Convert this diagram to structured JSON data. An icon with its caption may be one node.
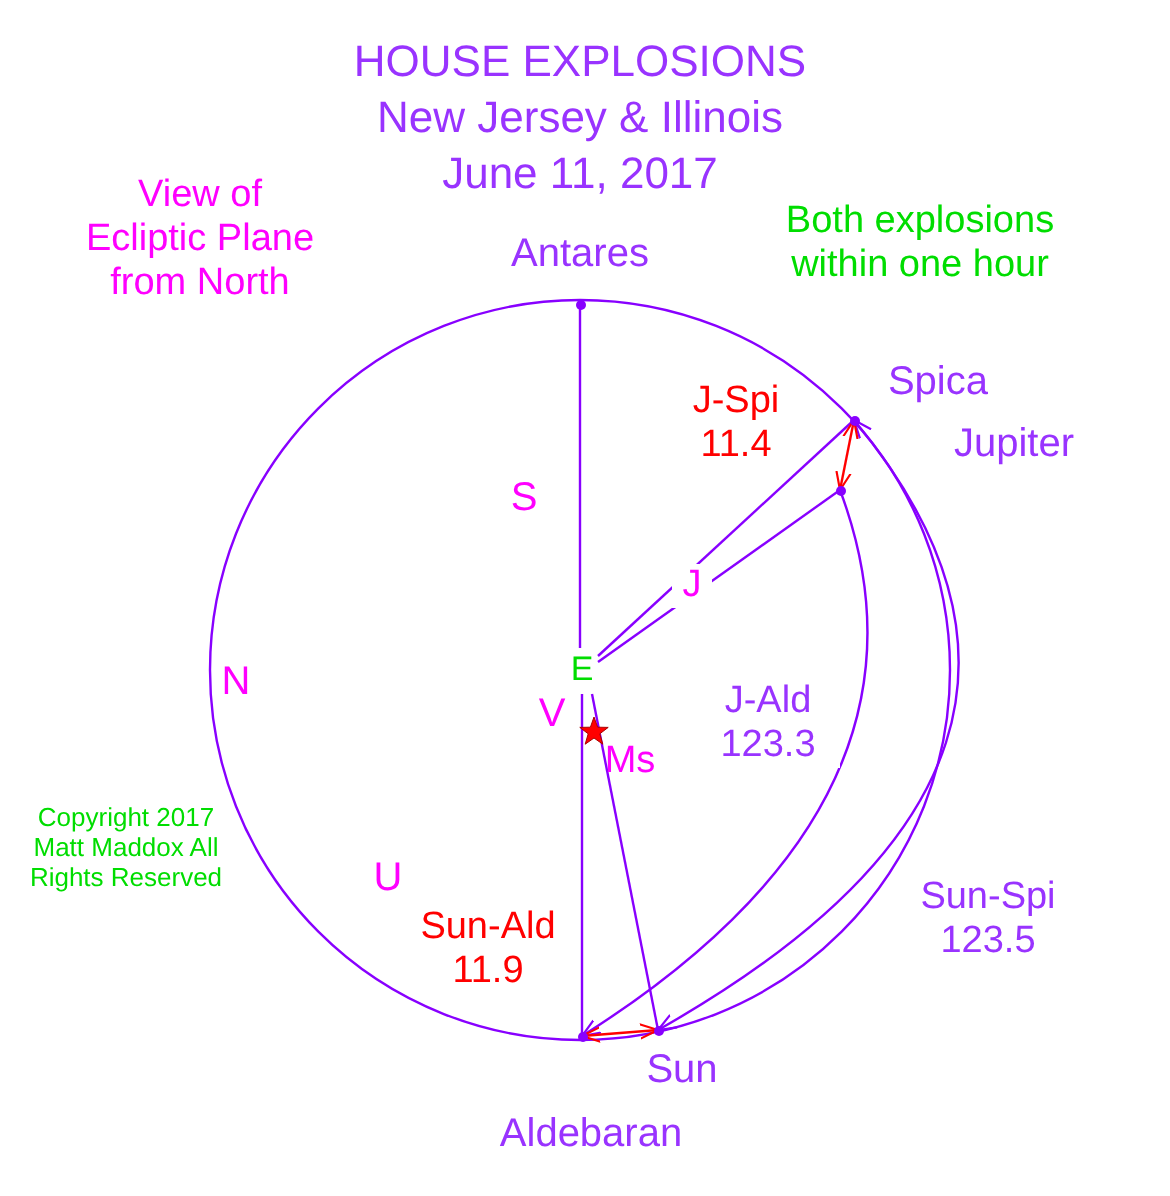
{
  "diagram": {
    "title": "HOUSE EXPLOSIONS",
    "nodes": [
      {
        "text": [
          "E"
        ]
      },
      {
        "text": [
          "Antares"
        ]
      },
      {
        "text": [
          "Aldebaran"
        ]
      },
      {
        "text": [
          "Spica"
        ]
      },
      {
        "text": [
          "Jupiter"
        ]
      },
      {
        "text": [
          "Sun"
        ]
      }
    ],
    "edges": [
      {
        "from": 0,
        "to": 1,
        "arrow": "none"
      },
      {
        "from": 0,
        "to": 2,
        "arrow": "none"
      },
      {
        "from": 0,
        "to": 3,
        "arrow": "none"
      },
      {
        "from": 0,
        "to": 4,
        "arrow": "none",
        "label": "J"
      },
      {
        "from": 0,
        "to": 5,
        "arrow": "none"
      },
      {
        "from": 4,
        "to": 2,
        "arrow": "to",
        "label": "J-Ald 123.3"
      },
      {
        "from": 3,
        "to": 5,
        "arrow": "both",
        "label": "Sun-Spi 123.5"
      },
      {
        "from": 3,
        "to": 4,
        "arrow": "both",
        "label": "J-Spi 11.4",
        "color": "#ff0000"
      },
      {
        "from": 2,
        "to": 5,
        "arrow": "both",
        "label": "Sun-Ald 11.9",
        "color": "#ff0000"
      }
    ],
    "labels": [
      "New Jersey & Illinois",
      "June 11, 2017",
      "View of Ecliptic Plane from North",
      "Both explosions within one hour",
      "S",
      "N",
      "V",
      "Ms",
      "U",
      "Copyright 2017 Matt Maddox All Rights Reserved"
    ]
  }
}
